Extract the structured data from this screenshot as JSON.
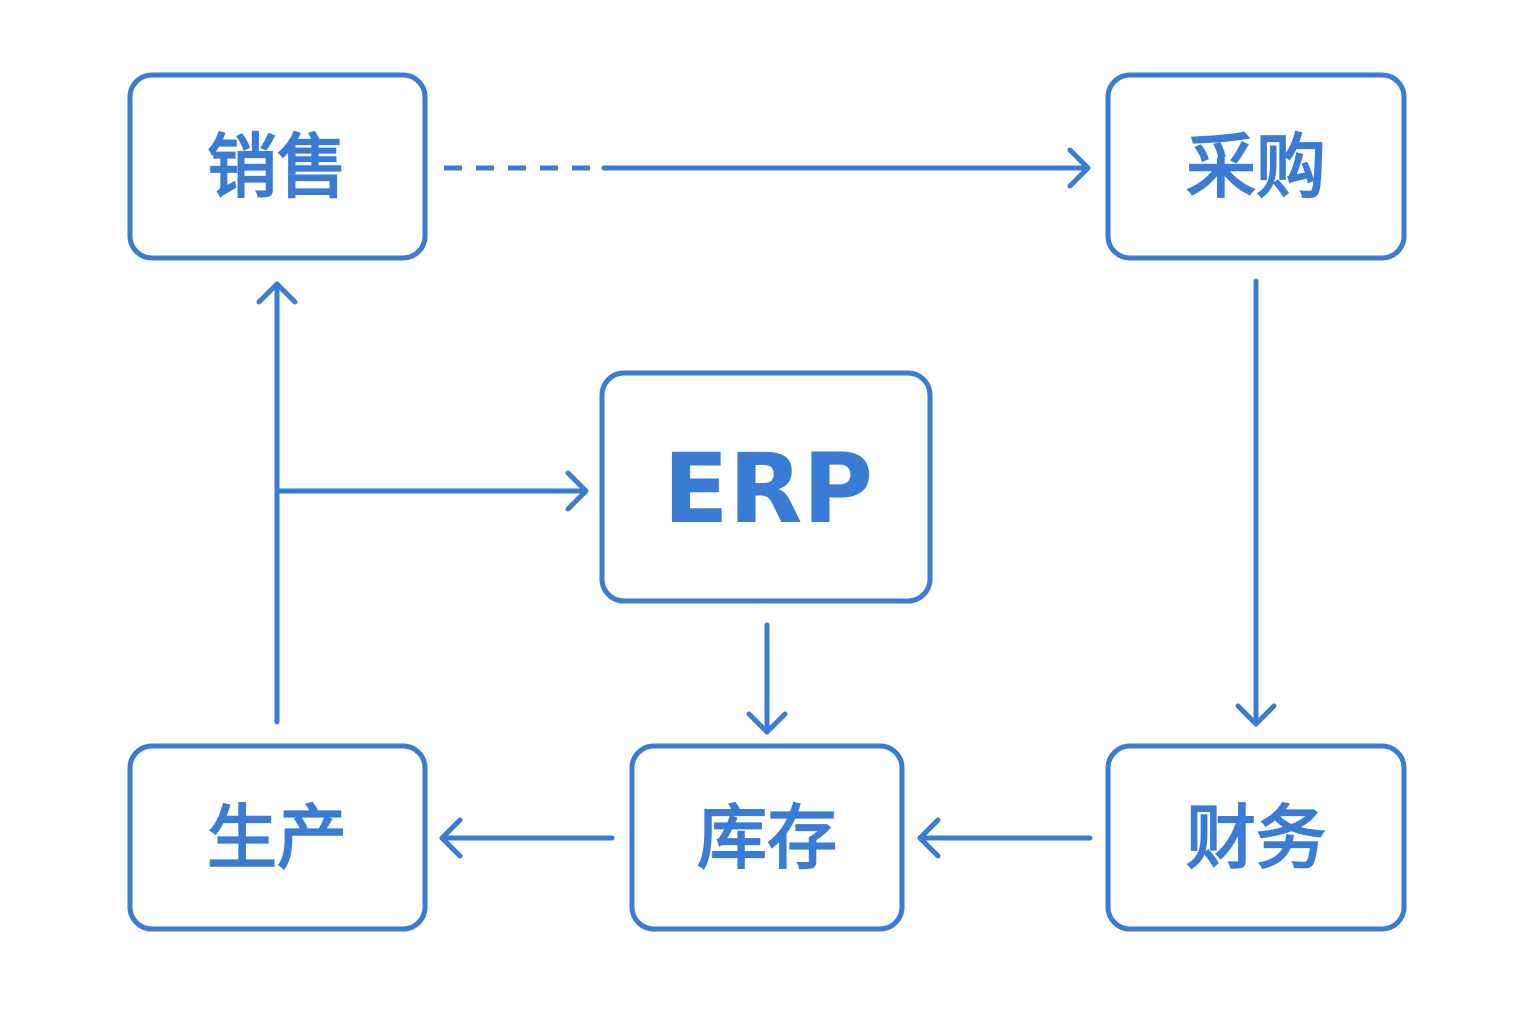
{
  "diagram": {
    "accent_color": "#3a7bd5",
    "background_color": "#ffffff",
    "nodes": {
      "sales": {
        "label": "销售"
      },
      "purchase": {
        "label": "采购"
      },
      "erp": {
        "label": "ERP"
      },
      "production": {
        "label": "生产"
      },
      "inventory": {
        "label": "库存"
      },
      "finance": {
        "label": "财务"
      }
    },
    "edges": [
      {
        "from": "sales",
        "to": "purchase",
        "style": "partly-dashed"
      },
      {
        "from": "purchase",
        "to": "finance",
        "style": "solid"
      },
      {
        "from": "finance",
        "to": "inventory",
        "style": "solid"
      },
      {
        "from": "inventory",
        "to": "production",
        "style": "solid"
      },
      {
        "from": "production",
        "to": "sales",
        "style": "solid"
      },
      {
        "from": "production-sales-line",
        "to": "erp",
        "style": "solid"
      },
      {
        "from": "erp",
        "to": "inventory",
        "style": "solid"
      }
    ]
  }
}
